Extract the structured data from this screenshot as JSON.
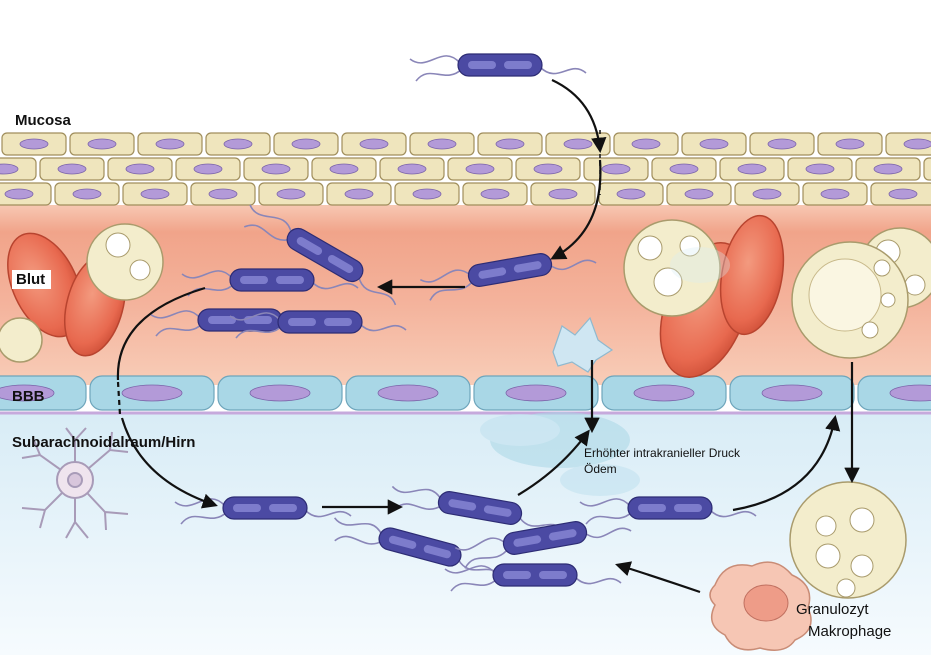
{
  "labels": {
    "mucosa": "Mucosa",
    "blut": "Blut",
    "bbb": "BBB",
    "subarachnoid": "Subarachnoidalraum/Hirn",
    "druck": "Erhöhter intrakranieller Druck",
    "oedem": "Ödem",
    "granulozyt": "Granulozyt",
    "makrophage": "Makrophage"
  },
  "colors": {
    "mucosa_cell": "#efe5bd",
    "mucosa_outline": "#a08e5c",
    "nucleus": "#b39ad8",
    "blood_light": "#f6c2ab",
    "blood_dark": "#ee8c72",
    "endothelium": "#a9d7e6",
    "brain_bg": "#e6f3fa",
    "bacterium": "#4b4aa3",
    "bacterium_light": "#7d7ccc",
    "rbc": "#e8694f",
    "leukocyte": "#f3edcc",
    "arrow": "#111111"
  }
}
